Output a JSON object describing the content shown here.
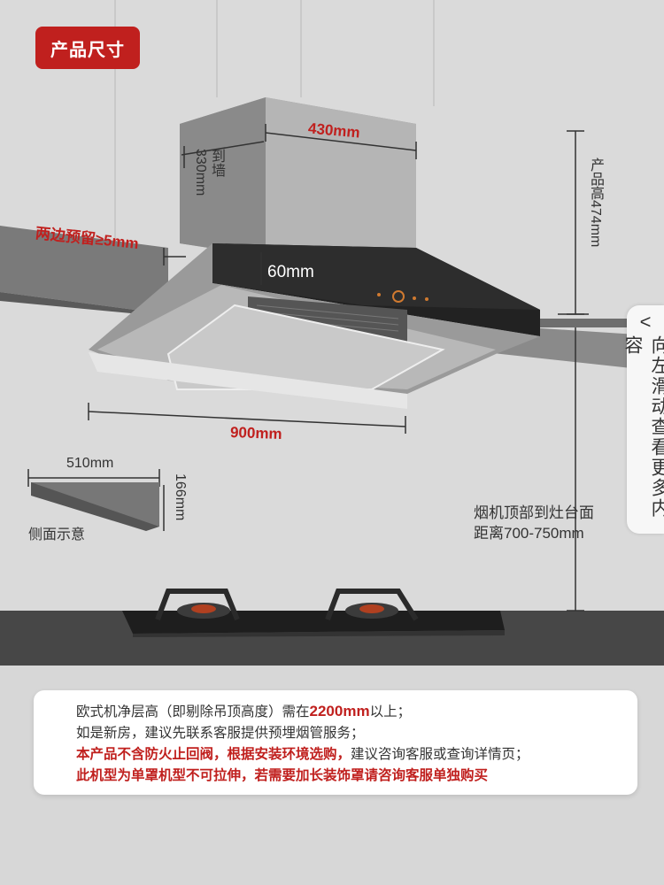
{
  "tag": {
    "label": "产品尺寸"
  },
  "dims": {
    "width_top": "430mm",
    "depth": "到墙\n330mm",
    "depth_label": "到墙",
    "depth_value": "330mm",
    "margin": "两边预留≥5mm",
    "panel_height": "60mm",
    "width_bottom": "900mm",
    "height_total": "产品高474mm",
    "side_width": "510mm",
    "side_height": "166mm",
    "side_label": "侧面示意",
    "install_line1": "烟机顶部到灶台面",
    "install_line2": "距离700-750mm"
  },
  "side_tab": {
    "chevron": "<",
    "label": "向左滑动查看更多内容"
  },
  "note": {
    "line1_pre": "欧式机净层高（即剔除吊顶高度）需在",
    "line1_hl": "2200mm",
    "line1_post": "以上；",
    "line2": "如是新房，建议先联系客服提供预埋烟管服务；",
    "line3_red": "本产品不含防火止回阀，根据安装环境选购，",
    "line3_post": "建议咨询客服或查询详情页；",
    "line4_red": "此机型为单罩机型不可拉伸，若需要加长装饰罩请咨询客服单独购买"
  },
  "colors": {
    "accent": "#c0201e",
    "wall": "#d9d9d9",
    "counter": "#474747"
  }
}
